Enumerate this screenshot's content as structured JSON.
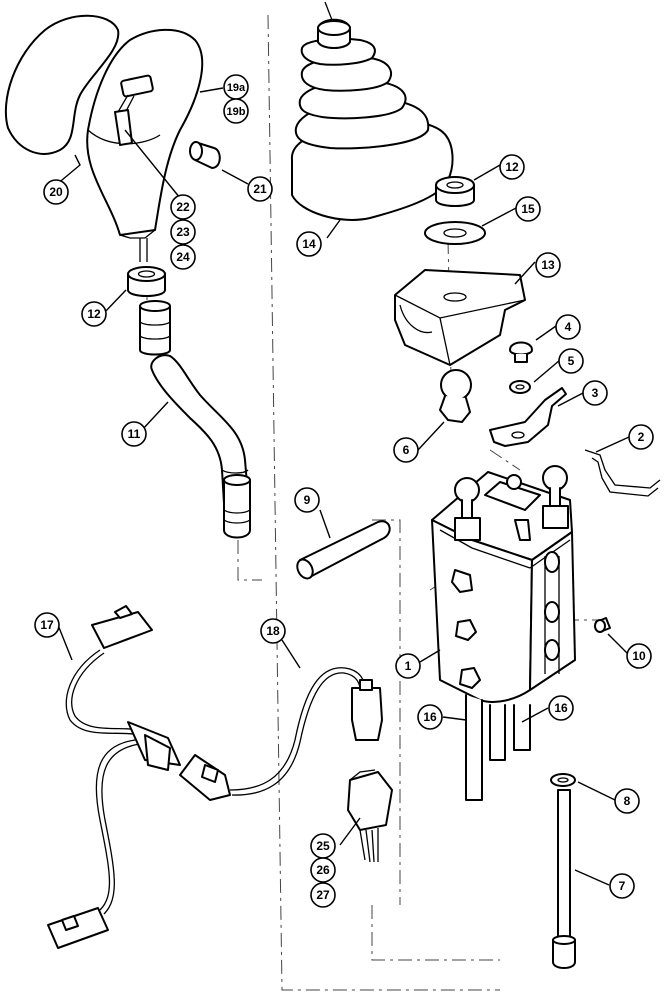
{
  "diagram": {
    "callouts": [
      {
        "id": "c1",
        "label": "1"
      },
      {
        "id": "c2",
        "label": "2"
      },
      {
        "id": "c3",
        "label": "3"
      },
      {
        "id": "c4",
        "label": "4"
      },
      {
        "id": "c5",
        "label": "5"
      },
      {
        "id": "c6",
        "label": "6"
      },
      {
        "id": "c7",
        "label": "7"
      },
      {
        "id": "c8",
        "label": "8"
      },
      {
        "id": "c9",
        "label": "9"
      },
      {
        "id": "c10",
        "label": "10"
      },
      {
        "id": "c11",
        "label": "11"
      },
      {
        "id": "c12a",
        "label": "12"
      },
      {
        "id": "c12b",
        "label": "12"
      },
      {
        "id": "c13",
        "label": "13"
      },
      {
        "id": "c14",
        "label": "14"
      },
      {
        "id": "c15",
        "label": "15"
      },
      {
        "id": "c16a",
        "label": "16"
      },
      {
        "id": "c16b",
        "label": "16"
      },
      {
        "id": "c17",
        "label": "17"
      },
      {
        "id": "c18",
        "label": "18"
      },
      {
        "id": "c19a",
        "label": "19a"
      },
      {
        "id": "c19b",
        "label": "19b"
      },
      {
        "id": "c20",
        "label": "20"
      },
      {
        "id": "c21",
        "label": "21"
      },
      {
        "id": "c22",
        "label": "22"
      },
      {
        "id": "c23",
        "label": "23"
      },
      {
        "id": "c24",
        "label": "24"
      },
      {
        "id": "c25",
        "label": "25"
      },
      {
        "id": "c26",
        "label": "26"
      },
      {
        "id": "c27",
        "label": "27"
      }
    ]
  }
}
